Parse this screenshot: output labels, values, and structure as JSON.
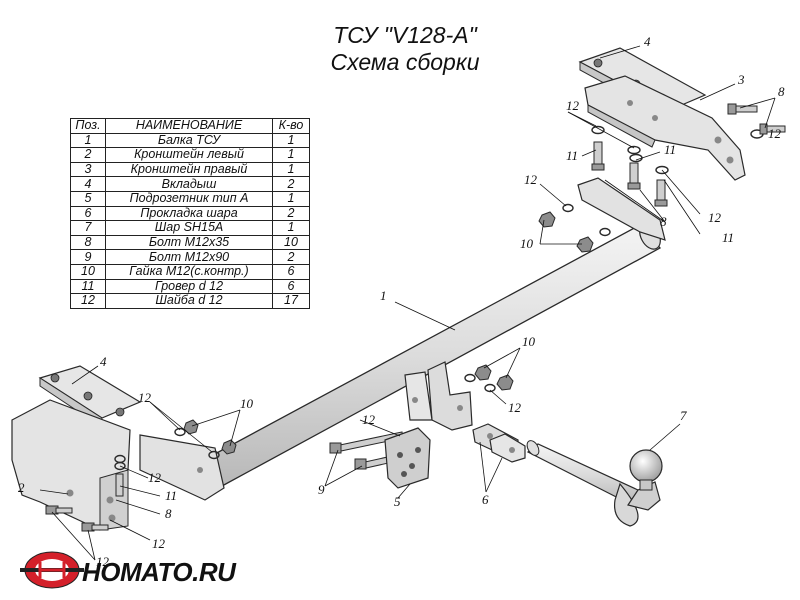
{
  "title": {
    "line1": "ТСУ \"V128-A\"",
    "line2": "Схема сборки"
  },
  "table": {
    "headers": [
      "Поз.",
      "НАИМЕНОВАНИЕ",
      "К-во"
    ],
    "rows": [
      [
        "1",
        "Балка ТСУ",
        "1"
      ],
      [
        "2",
        "Кронштейн левый",
        "1"
      ],
      [
        "3",
        "Кронштейн правый",
        "1"
      ],
      [
        "4",
        "Вкладыш",
        "2"
      ],
      [
        "5",
        "Подрозетник тип А",
        "1"
      ],
      [
        "6",
        "Прокладка шара",
        "2"
      ],
      [
        "7",
        "Шар SH15A",
        "1"
      ],
      [
        "8",
        "Болт М12х35",
        "10"
      ],
      [
        "9",
        "Болт М12х90",
        "2"
      ],
      [
        "10",
        "Гайка М12(с.контр.)",
        "6"
      ],
      [
        "11",
        "Гровер d 12",
        "6"
      ],
      [
        "12",
        "Шайба d 12",
        "17"
      ]
    ]
  },
  "callouts": [
    "1",
    "2",
    "3",
    "4",
    "4",
    "5",
    "6",
    "7",
    "8",
    "8",
    "8",
    "9",
    "10",
    "10",
    "10",
    "11",
    "11",
    "11",
    "11",
    "12",
    "12",
    "12",
    "12",
    "12",
    "12",
    "12",
    "12",
    "12",
    "12"
  ],
  "logo": {
    "text": "HOMATO.RU",
    "accent": "#d4202a"
  },
  "colors": {
    "part_fill": "#e4e4e4",
    "outline": "#2a2a2a",
    "table_border": "#222222"
  }
}
